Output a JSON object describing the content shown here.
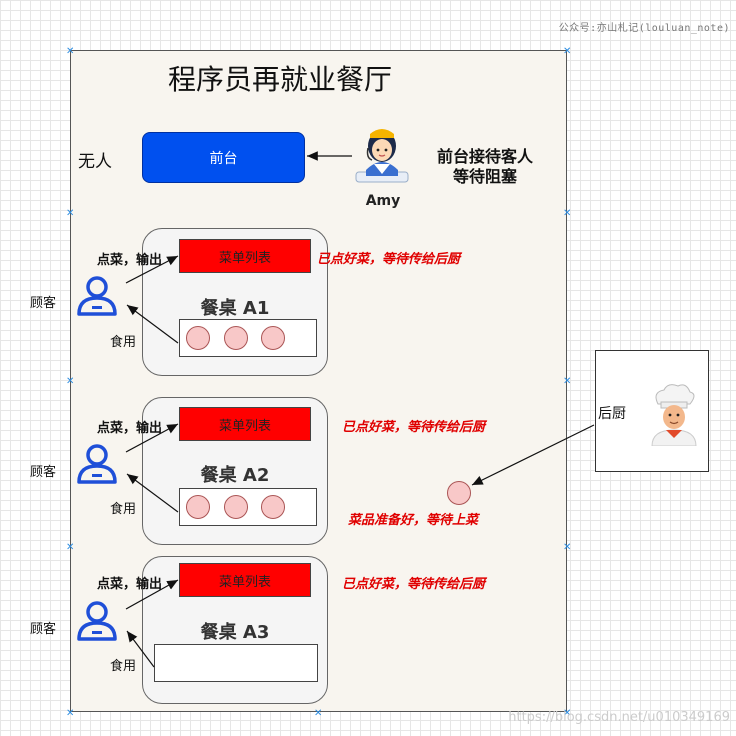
{
  "title": "程序员再就业餐厅",
  "watermark": "公众号:亦山札记(louluan_note)",
  "watermark_url": "https://blog.csdn.net/u010349169",
  "front_desk": {
    "label": "前台",
    "status": "无人"
  },
  "staff": {
    "name": "Amy",
    "note_line1": "前台接待客人",
    "note_line2": "等待阻塞"
  },
  "kitchen": {
    "label": "后厨",
    "dish_note": "菜品准备好，等待上菜"
  },
  "tables": [
    {
      "name": "餐桌 A1",
      "menu": "菜单列表",
      "order": "点菜，输出",
      "eat": "食用",
      "customer": "顾客",
      "note": "已点好菜，等待传给后厨",
      "dishes": 3
    },
    {
      "name": "餐桌 A2",
      "menu": "菜单列表",
      "order": "点菜，输出",
      "eat": "食用",
      "customer": "顾客",
      "note": "已点好菜，等待传给后厨",
      "dishes": 3
    },
    {
      "name": "餐桌 A3",
      "menu": "菜单列表",
      "order": "点菜，输出",
      "eat": "食用",
      "customer": "顾客",
      "note": "已点好菜，等待传给后厨",
      "dishes": 0
    }
  ],
  "colors": {
    "front_desk": "#0050ef",
    "menu": "#ff0000",
    "note": "#e00000",
    "customer_icon": "#1f4fd8",
    "dish": "#f8c8c8"
  }
}
